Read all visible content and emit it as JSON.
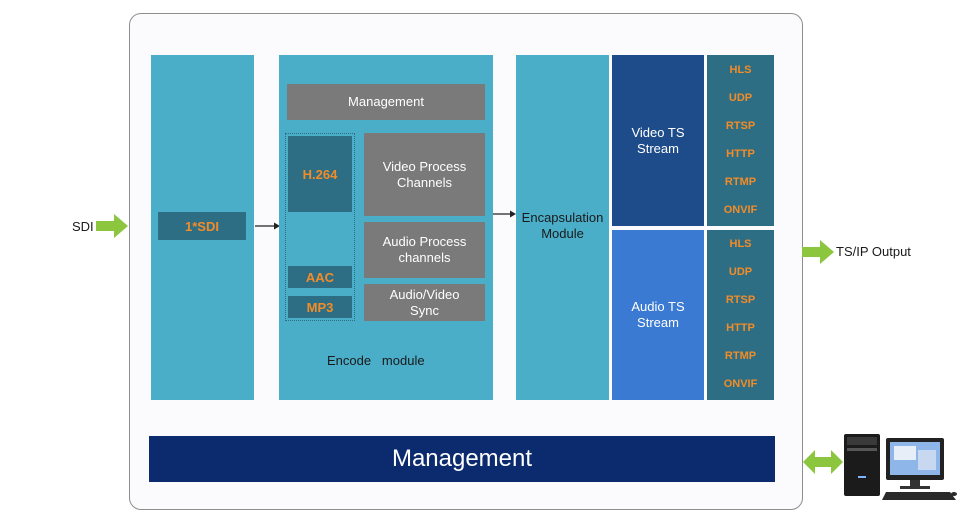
{
  "input": {
    "label": "SDI"
  },
  "output": {
    "label": "TS/IP Output"
  },
  "sdi_block": {
    "label": "1*SDI"
  },
  "encode": {
    "management": "Management",
    "h264": "H.264",
    "aac": "AAC",
    "mp3": "MP3",
    "video_process": "Video Process Channels",
    "audio_process": "Audio Process channels",
    "av_sync": "Audio/Video Sync",
    "module_label": "Encode   module"
  },
  "encapsulation": {
    "label": "Encapsulation Module"
  },
  "video_ts": {
    "label": "Video TS Stream",
    "protocols": [
      "HLS",
      "UDP",
      "RTSP",
      "HTTP",
      "RTMP",
      "ONVIF"
    ]
  },
  "audio_ts": {
    "label": "Audio TS Stream",
    "protocols": [
      "HLS",
      "UDP",
      "RTSP",
      "HTTP",
      "RTMP",
      "ONVIF"
    ]
  },
  "management_bar": {
    "label": "Management"
  },
  "colors": {
    "panel": "#4aaec9",
    "dark_block": "#2e6e84",
    "protocol_text": "#f28c28",
    "video_ts": "#1e4c8a",
    "audio_ts": "#3a7ad2",
    "management_bar": "#0c2a6e",
    "arrow_green": "#8cc63f"
  }
}
